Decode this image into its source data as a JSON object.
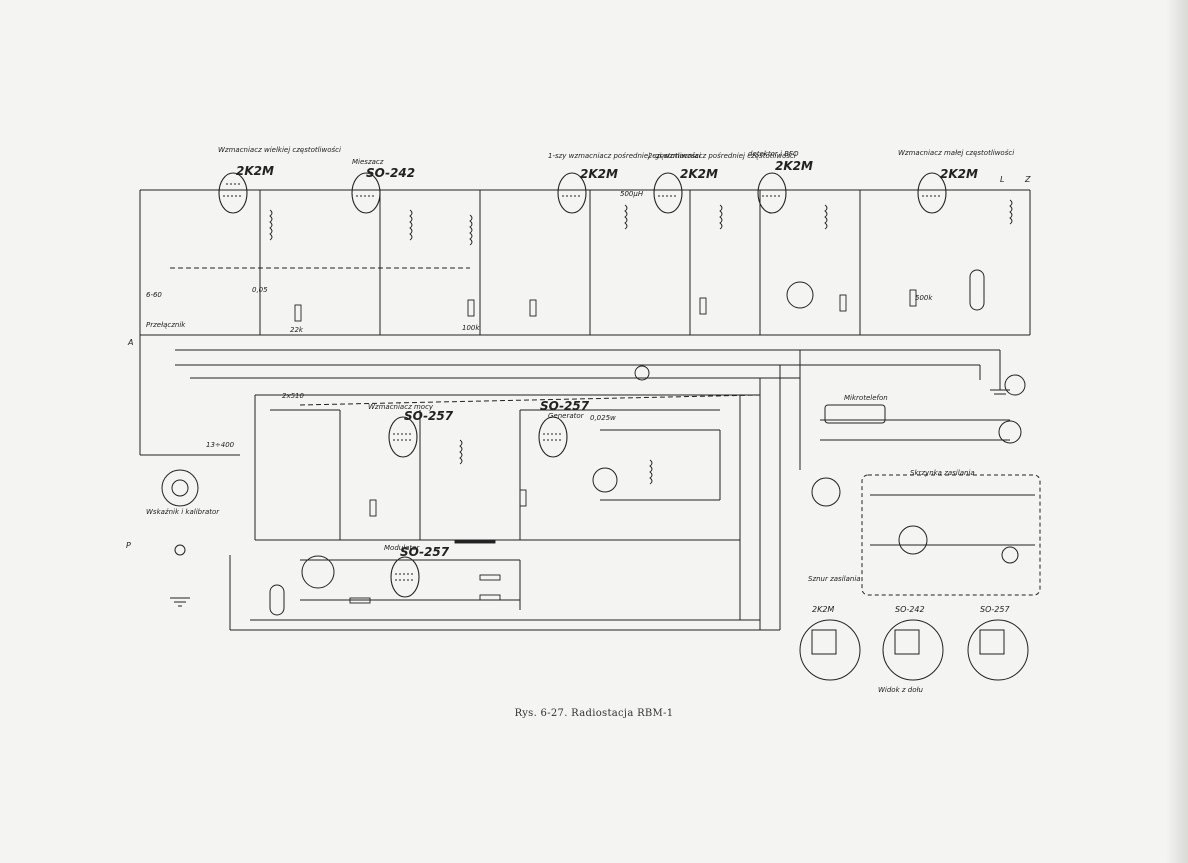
{
  "caption": "Rys. 6-27. Radiostacja RBM-1",
  "stages": {
    "rf_amp": {
      "title": "Wzmacniacz wielkiej częstotliwości",
      "tube": "2K2M"
    },
    "mixer": {
      "title": "Mieszacz",
      "tube": "SO-242"
    },
    "if1": {
      "title": "1-szy wzmacniacz pośredniej częstotliwości",
      "tube": "2K2M"
    },
    "if2": {
      "title": "2-gi wzmacniacz pośredniej częstotliwości",
      "tube": "2K2M"
    },
    "detector": {
      "title": "detektor i BFO",
      "tube": "2K2M"
    },
    "af_amp": {
      "title": "Wzmacniacz małej częstotliwości",
      "tube": "2K2M"
    },
    "power_amp": {
      "title": "Wzmacniacz mocy",
      "tube": "SO-257"
    },
    "oscillator": {
      "title": "Generator",
      "tube": "SO-257"
    },
    "modulator": {
      "title": "Modulator",
      "tube": "SO-257"
    }
  },
  "labels": {
    "switch": "Przełącznik",
    "indicator": "Wskaźnik i kalibrator",
    "microtelephone": "Mikrotelefon",
    "power_box": "Skrzynka zasilania",
    "power_cord": "Sznur zasilania",
    "bottom_view": "Widok z dołu"
  },
  "pin_views": [
    "2K2M",
    "SO-242",
    "SO-257"
  ],
  "terminals": {
    "a": "A",
    "p": "P",
    "l": "L",
    "z": "Z"
  },
  "values": {
    "cap_6_60": "6-60",
    "res_22k": "22k",
    "res_100k": "100k",
    "res_500k": "500k",
    "cap_0_05": "0,05",
    "ind_500uh": "500μH",
    "cap_2x510": "2x510",
    "cap_13_400": "13÷400",
    "cap_0_025": "0,025w"
  }
}
